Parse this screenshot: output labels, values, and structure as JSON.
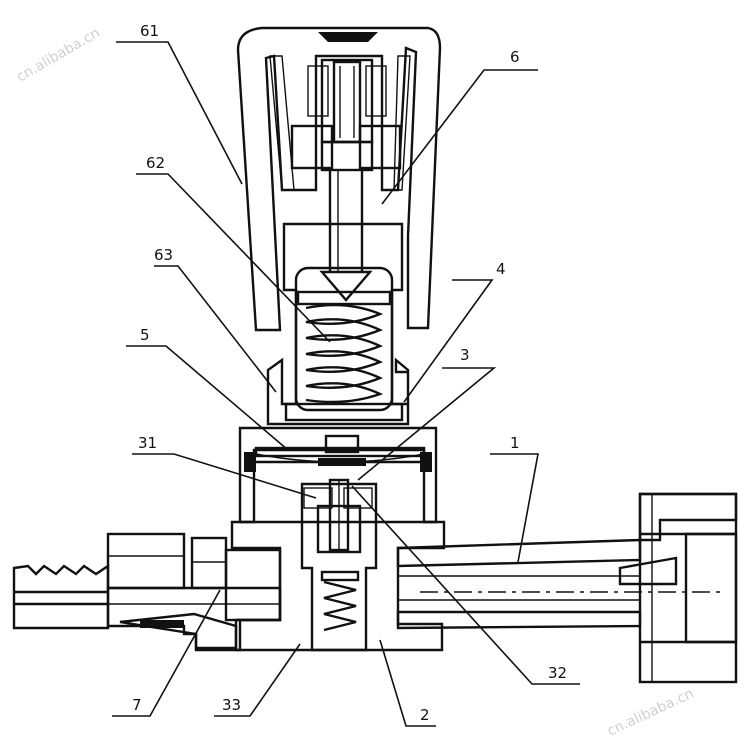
{
  "diagram": {
    "labels": {
      "l61": "61",
      "l6": "6",
      "l62": "62",
      "l63": "63",
      "l4": "4",
      "l5": "5",
      "l3": "3",
      "l31": "31",
      "l1": "1",
      "l32": "32",
      "l7": "7",
      "l33": "33",
      "l2": "2"
    },
    "watermarks": {
      "top": "cn.alibaba.cn",
      "bottom": "cn.alibaba.cn"
    }
  }
}
